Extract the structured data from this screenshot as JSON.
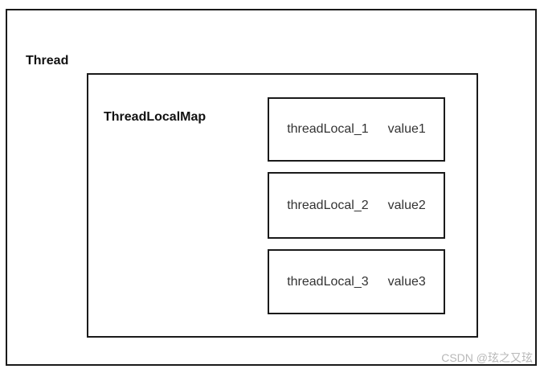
{
  "thread": {
    "label": "Thread"
  },
  "map": {
    "label": "ThreadLocalMap",
    "entries": [
      {
        "key": "threadLocal_1",
        "value": "value1"
      },
      {
        "key": "threadLocal_2",
        "value": "value2"
      },
      {
        "key": "threadLocal_3",
        "value": "value3"
      }
    ]
  },
  "watermark": "CSDN @玹之又玹"
}
